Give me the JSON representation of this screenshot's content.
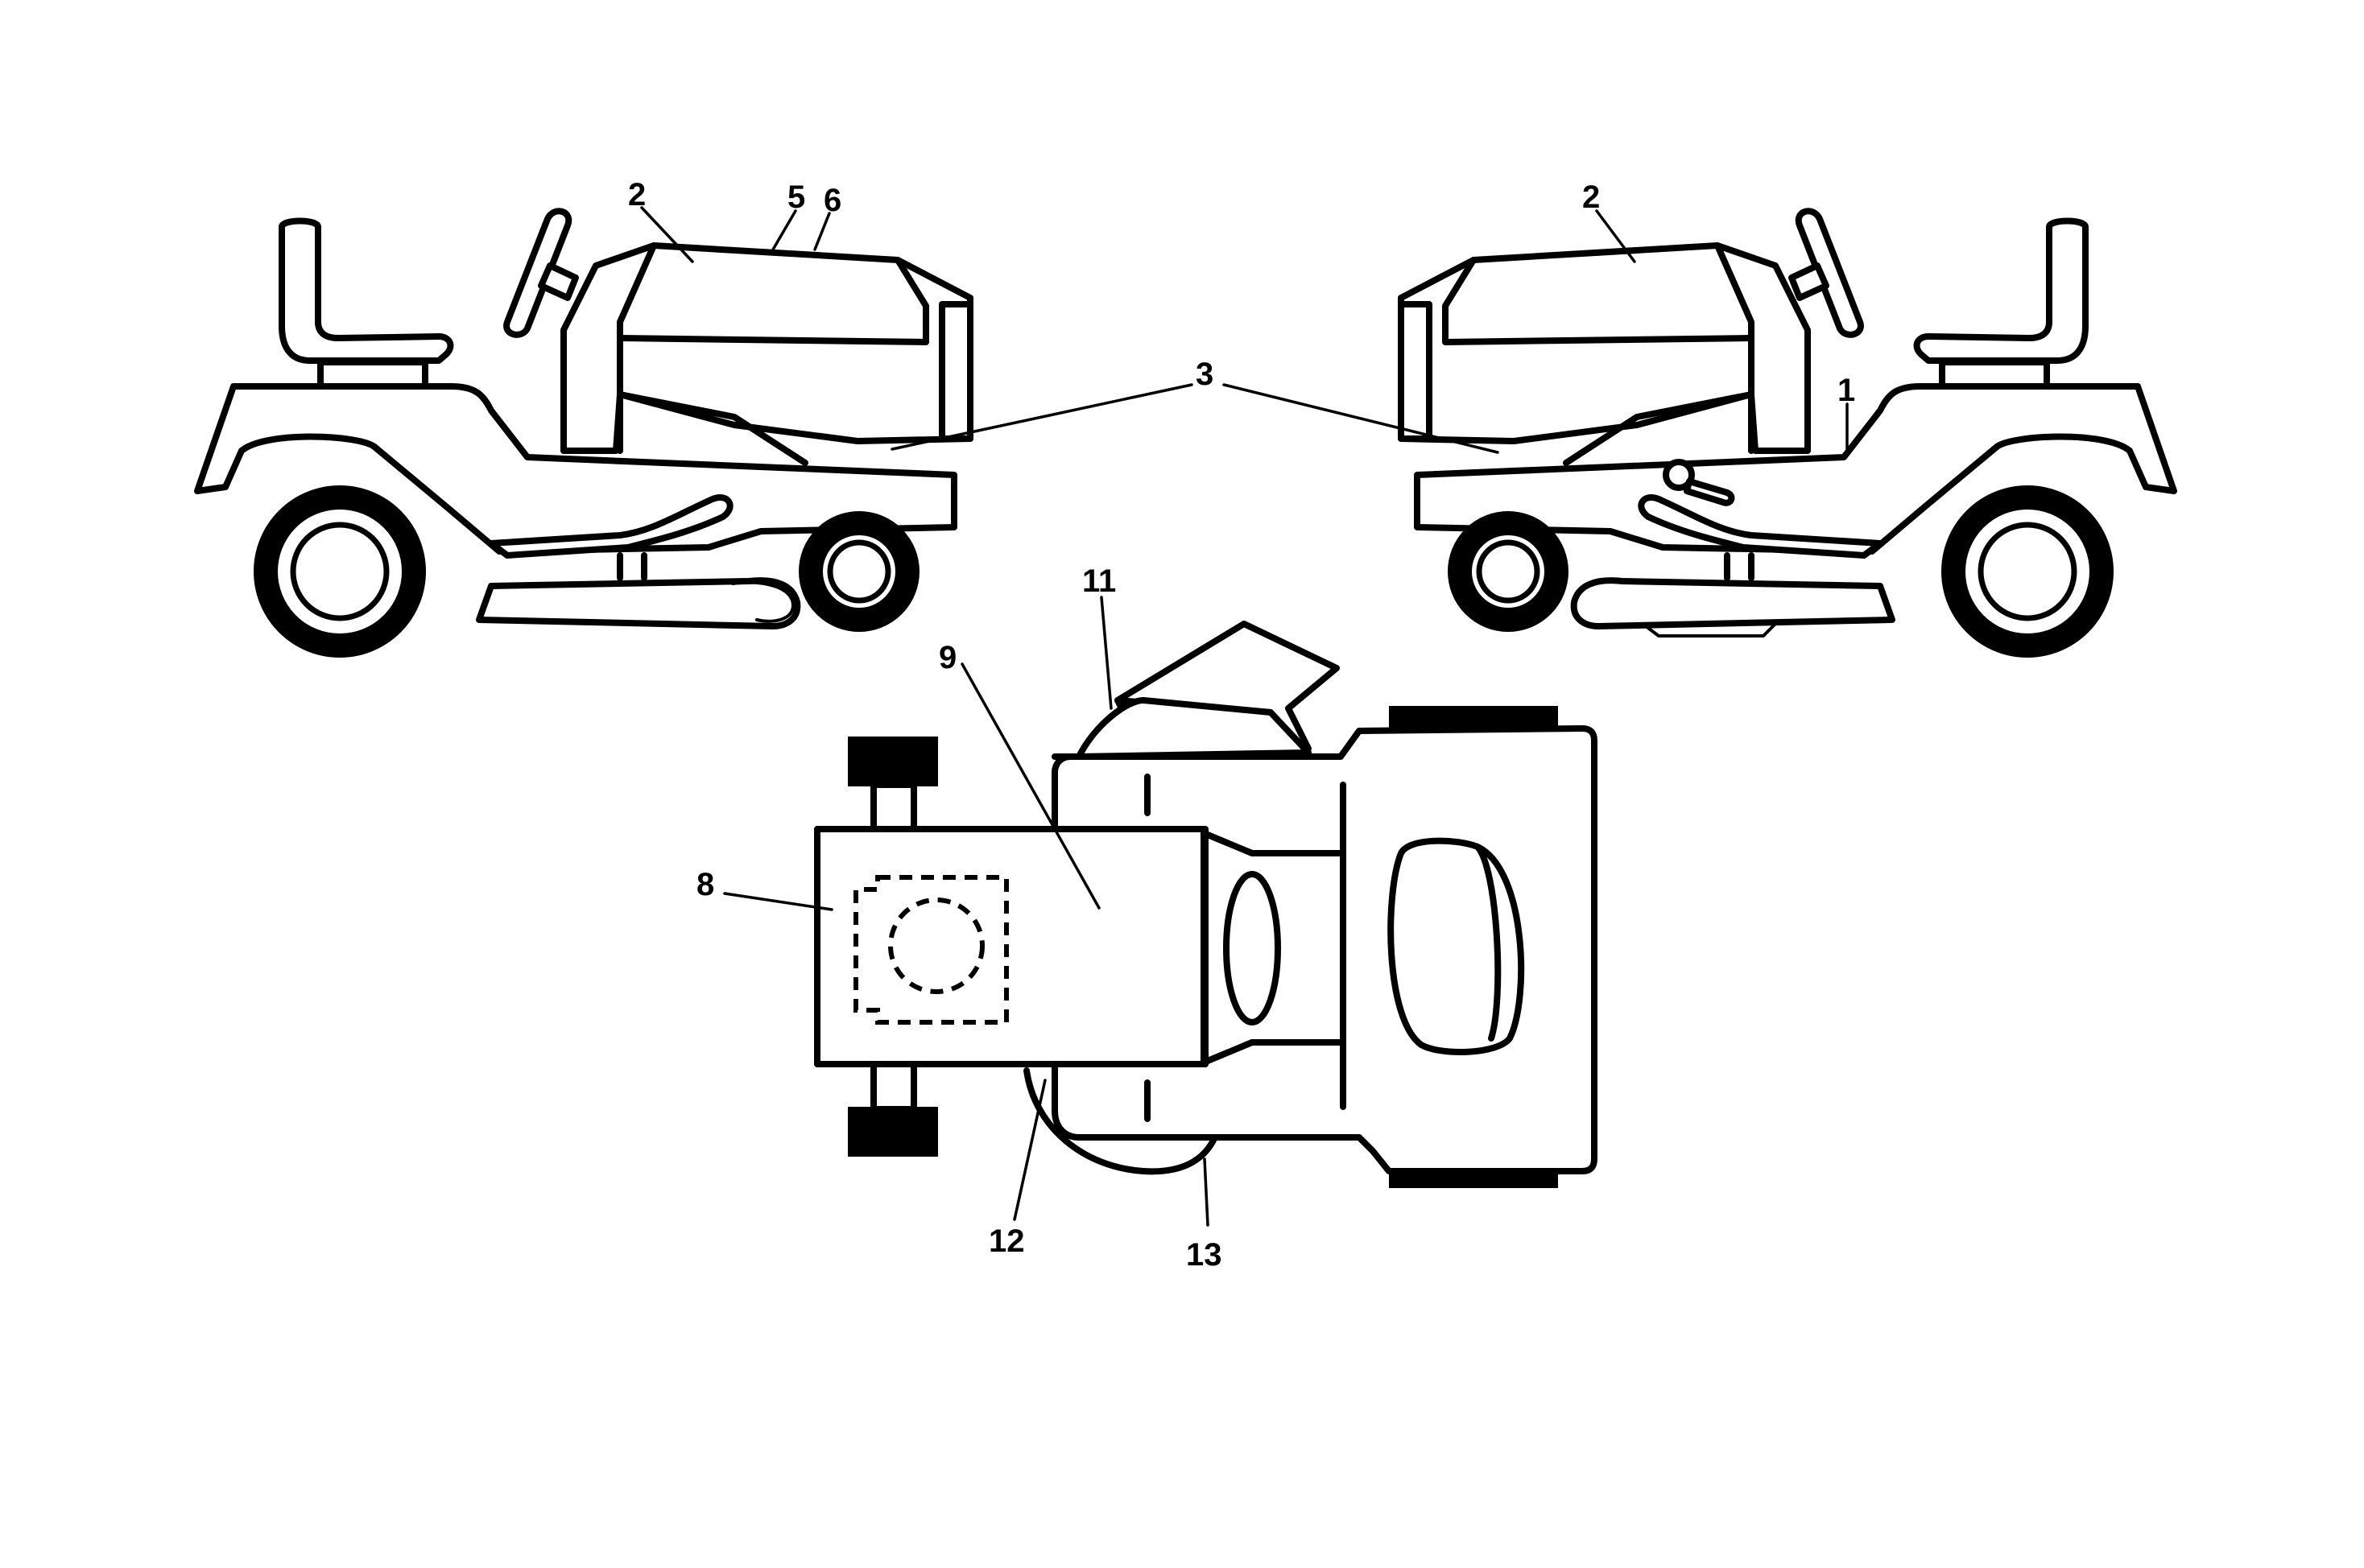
{
  "diagram": {
    "callouts": {
      "c1": "1",
      "c2_left": "2",
      "c2_right": "2",
      "c3": "3",
      "c5": "5",
      "c6": "6",
      "c8": "8",
      "c9": "9",
      "c11": "11",
      "c12": "12",
      "c13": "13"
    }
  }
}
